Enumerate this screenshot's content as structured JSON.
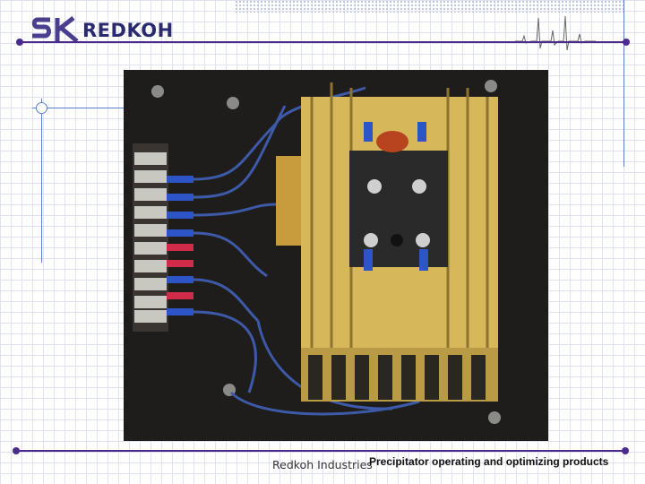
{
  "header": {
    "logo_text": "REDKOH",
    "logo_mark_letters": "SK"
  },
  "photo": {
    "subject": "photo"
  },
  "footer": {
    "company": "Redkoh Industries",
    "tagline": "Precipitator operating and optimizing  products"
  },
  "colors": {
    "rule": "#4a2b8c",
    "accent_line": "#5a7fcf",
    "logo_text": "#2a2a6e",
    "grid": "#dfe3ee"
  }
}
